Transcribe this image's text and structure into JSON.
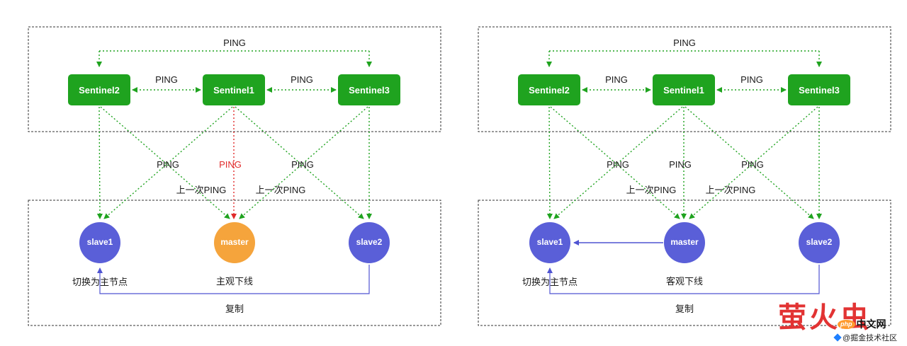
{
  "panels": [
    {
      "sentinels": [
        "Sentinel2",
        "Sentinel1",
        "Sentinel3"
      ],
      "ping_top": "PING",
      "ping_s2_s1": "PING",
      "ping_s1_s3": "PING",
      "ping_down_left": "PING",
      "ping_down_center": "PING",
      "ping_down_right": "PING",
      "last_ping_left": "上一次PING",
      "last_ping_right": "上一次PING",
      "nodes": [
        "slave1",
        "master",
        "slave2"
      ],
      "left_node_label": "切换为主节点",
      "center_node_label": "主观下线",
      "replication_label": "复制"
    },
    {
      "sentinels": [
        "Sentinel2",
        "Sentinel1",
        "Sentinel3"
      ],
      "ping_top": "PING",
      "ping_s2_s1": "PING",
      "ping_s1_s3": "PING",
      "ping_down_left": "PING",
      "ping_down_center": "PING",
      "ping_down_right": "PING",
      "last_ping_left": "上一次PING",
      "last_ping_right": "上一次PING",
      "nodes": [
        "slave1",
        "master",
        "slave2"
      ],
      "left_node_label": "切换为主节点",
      "center_node_label": "客观下线",
      "replication_label": "复制"
    }
  ],
  "watermark": {
    "title": "萤火虫",
    "brand_php": "php",
    "brand_site": "中文网",
    "community": "@掘金技术社区"
  },
  "colors": {
    "sentinel_green": "#1fa31f",
    "node_blue": "#5a5fd8",
    "master_orange": "#f5a43c",
    "alert_red": "#e02b2b",
    "replication_blue": "#4f54d2",
    "watermark_red": "#e23333",
    "box_dash": "#333333"
  }
}
